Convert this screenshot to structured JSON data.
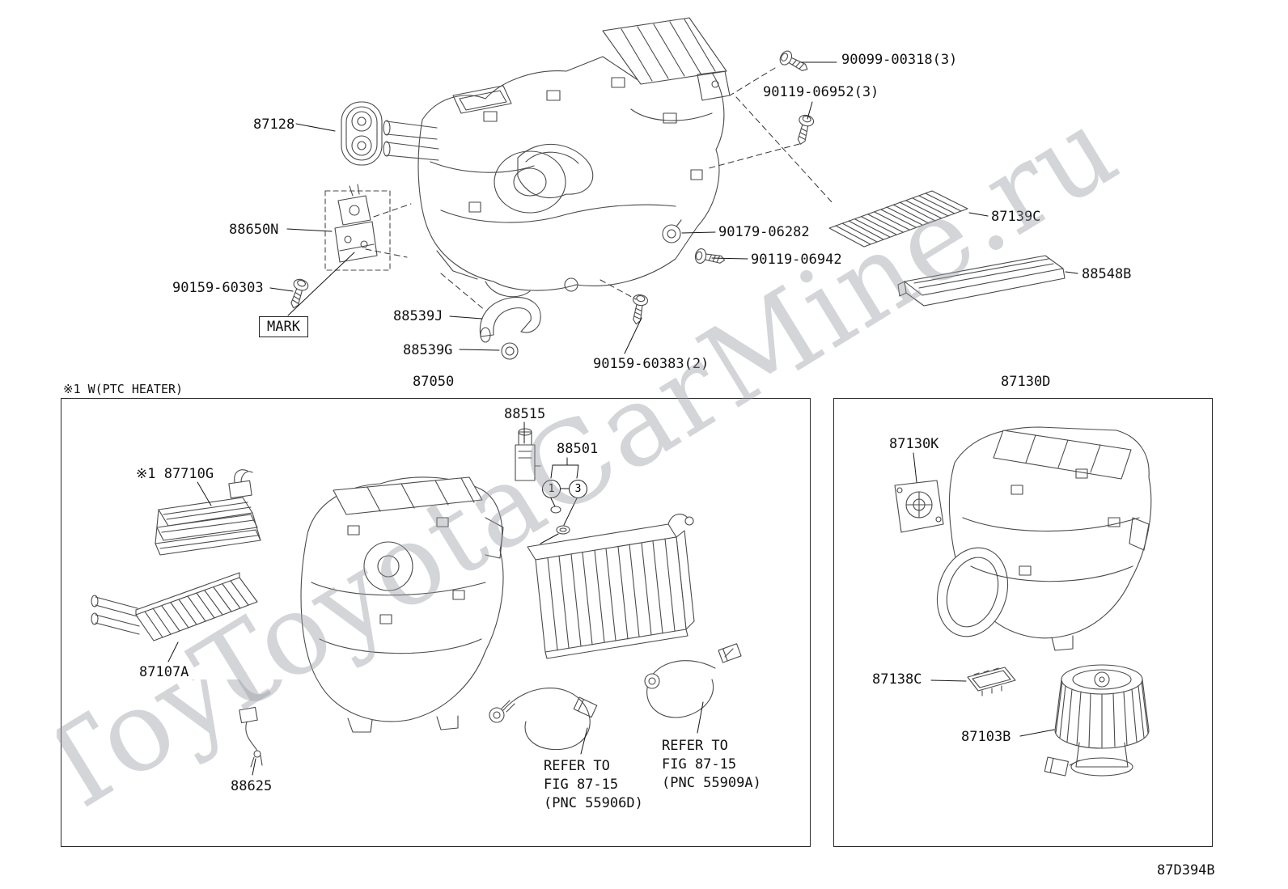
{
  "watermark": {
    "text": "ToyotaCarMine.ru"
  },
  "figure_code": "87D394B",
  "note_ptc": "※1 W(PTC HEATER)",
  "parts": {
    "p87128": "87128",
    "p88650N": "88650N",
    "p90159_60303": "90159-60303",
    "mark": "MARK",
    "p88539J": "88539J",
    "p88539G": "88539G",
    "p90099_00318": "90099-00318(3)",
    "p90119_06952": "90119-06952(3)",
    "p90179_06282": "90179-06282",
    "p90119_06942": "90119-06942",
    "p87139C": "87139C",
    "p88548B": "88548B",
    "p90159_60383": "90159-60383(2)",
    "p87050": "87050",
    "p87130D": "87130D",
    "p88515": "88515",
    "p88501": "88501",
    "p87710G": "※1 87710G",
    "p87107A": "87107A",
    "p88625": "88625",
    "p87130K": "87130K",
    "p87138C": "87138C",
    "p87103B": "87103B"
  },
  "markers": {
    "m1": "1",
    "m3": "3"
  },
  "refer_notes": {
    "a": "REFER TO\nFIG 87-15\n(PNC 55906D)",
    "b": "REFER TO\nFIG 87-15\n(PNC 55909A)"
  }
}
